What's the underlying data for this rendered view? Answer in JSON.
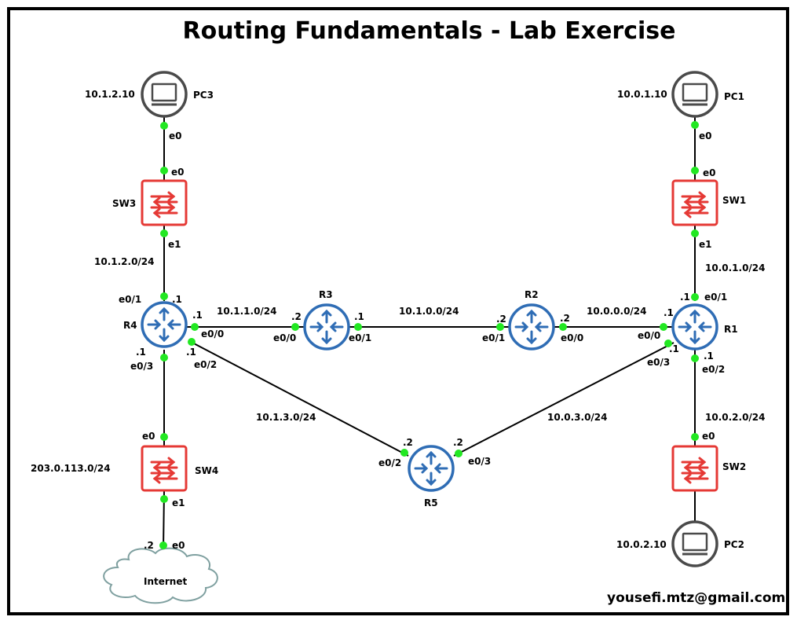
{
  "title": "Routing Fundamentals - Lab Exercise",
  "author_email": "yousefi.mtz@gmail.com",
  "colors": {
    "router": "#2f6db5",
    "switch": "#e53935",
    "pc": "#4a4a4a",
    "port": "#22e822",
    "cloud": "#7fa0a0"
  },
  "nodes": {
    "pc3": {
      "name": "PC3",
      "ip": "10.1.2.10"
    },
    "pc1": {
      "name": "PC1",
      "ip": "10.0.1.10"
    },
    "pc2": {
      "name": "PC2",
      "ip": "10.0.2.10"
    },
    "sw3": {
      "name": "SW3"
    },
    "sw1": {
      "name": "SW1"
    },
    "sw4": {
      "name": "SW4"
    },
    "sw2": {
      "name": "SW2"
    },
    "r1": {
      "name": "R1"
    },
    "r2": {
      "name": "R2"
    },
    "r3": {
      "name": "R3"
    },
    "r4": {
      "name": "R4"
    },
    "r5": {
      "name": "R5"
    },
    "internet": {
      "name": "Internet"
    }
  },
  "networks": {
    "pc3_sw3_port_a": "e0",
    "pc3_sw3_port_b": "e0",
    "sw3_r4_port_sw": "e1",
    "sw3_r4_subnet": "10.1.2.0/24",
    "sw3_r4_port_r": "e0/1",
    "sw3_r4_host": ".1",
    "pc1_sw1_port_a": "e0",
    "pc1_sw1_port_b": "e0",
    "sw1_r1_port_sw": "e1",
    "sw1_r1_subnet": "10.0.1.0/24",
    "sw1_r1_port_r": "e0/1",
    "sw1_r1_host": ".1",
    "r4_r3_subnet": "10.1.1.0/24",
    "r4_r3_r4_host": ".1",
    "r4_r3_r4_port": "e0/0",
    "r4_r3_r3_host": ".2",
    "r4_r3_r3_port": "e0/0",
    "r3_r2_subnet": "10.1.0.0/24",
    "r3_r2_r3_host": ".1",
    "r3_r2_r3_port": "e0/1",
    "r3_r2_r2_host": ".2",
    "r3_r2_r2_port": "e0/1",
    "r2_r1_subnet": "10.0.0.0/24",
    "r2_r1_r2_host": ".2",
    "r2_r1_r2_port": "e0/0",
    "r2_r1_r1_host": ".1",
    "r2_r1_r1_port": "e0/0",
    "r4_r5_subnet": "10.1.3.0/24",
    "r4_r5_r4_host": ".1",
    "r4_r5_r4_port": "e0/2",
    "r4_r5_r5_host": ".2",
    "r4_r5_r5_port": "e0/2",
    "r1_r5_subnet": "10.0.3.0/24",
    "r1_r5_r1_host": ".1",
    "r1_r5_r1_port": "e0/3",
    "r1_r5_r5_host": ".2",
    "r1_r5_r5_port": "e0/3",
    "r4_sw4_r4_host": ".1",
    "r4_sw4_r4_port": "e0/3",
    "r4_sw4_sw_port": "e0",
    "sw4_subnet": "203.0.113.0/24",
    "sw4_inet_sw_port": "e1",
    "sw4_inet_host": ".2",
    "sw4_inet_inet_port": "e0",
    "r1_sw2_r1_host": ".1",
    "r1_sw2_r1_port": "e0/2",
    "r1_sw2_subnet": "10.0.2.0/24",
    "r1_sw2_sw_port": "e0"
  }
}
